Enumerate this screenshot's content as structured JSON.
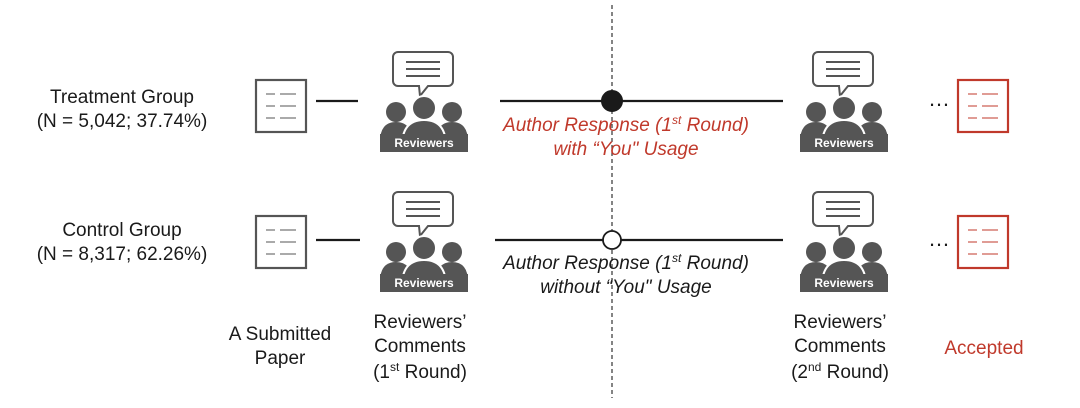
{
  "colors": {
    "ink": "#1a1a1a",
    "accent_red": "#c0392b",
    "icon_gray": "#555555"
  },
  "groups": [
    {
      "name": "Treatment Group",
      "detail": "(N = 5,042; 37.74%)",
      "response_line1_pre": "Author Response (1",
      "response_line1_sup": "st",
      "response_line1_post": " Round)",
      "response_line2": "with “You\" Usage",
      "marker": "filled"
    },
    {
      "name": "Control Group",
      "detail": "(N = 8,317; 62.26%)",
      "response_line1_pre": "Author Response (1",
      "response_line1_sup": "st",
      "response_line1_post": " Round)",
      "response_line2": "without “You\" Usage",
      "marker": "hollow"
    }
  ],
  "reviewer_badge": "Reviewers",
  "ellipsis": "…",
  "captions": {
    "paper_line1": "A Submitted",
    "paper_line2": "Paper",
    "round1_line1": "Reviewers’",
    "round1_line2": "Comments",
    "round1_line3_pre": "(1",
    "round1_line3_sup": "st",
    "round1_line3_post": " Round)",
    "round2_line1": "Reviewers’",
    "round2_line2": "Comments",
    "round2_line3_pre": "(2",
    "round2_line3_sup": "nd",
    "round2_line3_post": " Round)",
    "accepted": "Accepted"
  }
}
